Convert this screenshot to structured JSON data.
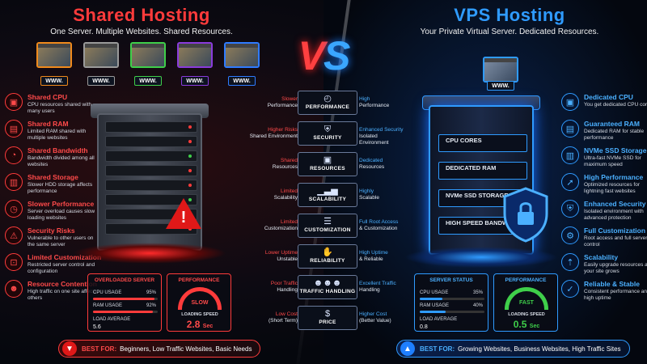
{
  "left": {
    "title": "Shared Hosting",
    "subtitle": "One Server. Multiple Websites. Shared Resources.",
    "www_label": "WWW.",
    "features": [
      {
        "icon": "cpu-icon",
        "glyph": "▣",
        "title": "Shared CPU",
        "desc": "CPU resources shared with many users"
      },
      {
        "icon": "ram-icon",
        "glyph": "▤",
        "title": "Shared RAM",
        "desc": "Limited RAM shared with multiple websites"
      },
      {
        "icon": "bandwidth-icon",
        "glyph": "◔",
        "title": "Shared Bandwidth",
        "desc": "Bandwidth divided among all websites"
      },
      {
        "icon": "storage-icon",
        "glyph": "▥",
        "title": "Shared Storage",
        "desc": "Slower HDD storage affects performance"
      },
      {
        "icon": "slow-icon",
        "glyph": "◷",
        "title": "Slower Performance",
        "desc": "Server overload causes slow loading websites"
      },
      {
        "icon": "security-risk-icon",
        "glyph": "⚠",
        "title": "Security Risks",
        "desc": "Vulnerable to other users on the same server"
      },
      {
        "icon": "lock-icon",
        "glyph": "⊡",
        "title": "Limited Customization",
        "desc": "Restricted server control and configuration"
      },
      {
        "icon": "users-icon",
        "glyph": "☻",
        "title": "Resource Contention",
        "desc": "High traffic on one site affects others"
      }
    ],
    "server_panel": {
      "title": "OVERLOADED SERVER",
      "cpu_label": "CPU USAGE",
      "cpu_value": "95%",
      "cpu_fraction": 0.95,
      "ram_label": "RAM USAGE",
      "ram_value": "92%",
      "ram_fraction": 0.92,
      "load_label": "LOAD AVERAGE",
      "load_value": "5.6"
    },
    "performance_panel": {
      "title": "PERFORMANCE",
      "gauge_label": "SLOW",
      "speed_label": "LOADING SPEED",
      "speed_value": "2.8",
      "speed_unit": "Sec"
    },
    "best_for_label": "BEST FOR:",
    "best_for_value": "Beginners, Low Traffic Websites, Basic Needs",
    "accent": "#ff3b3b"
  },
  "vs": {
    "v": "V",
    "s": "S"
  },
  "right": {
    "title": "VPS Hosting",
    "subtitle": "Your Private Virtual Server. Dedicated Resources.",
    "www_label": "WWW.",
    "racks": [
      "CPU CORES",
      "DEDICATED RAM",
      "NVMe SSD STORAGE",
      "HIGH SPEED BANDWIDTH"
    ],
    "features": [
      {
        "icon": "cpu-icon",
        "glyph": "▣",
        "title": "Dedicated CPU",
        "desc": "You get dedicated CPU cores"
      },
      {
        "icon": "ram-icon",
        "glyph": "▤",
        "title": "Guaranteed RAM",
        "desc": "Dedicated RAM for stable performance"
      },
      {
        "icon": "ssd-icon",
        "glyph": "▥",
        "title": "NVMe SSD Storage",
        "desc": "Ultra-fast NVMe SSD for maximum speed"
      },
      {
        "icon": "rocket-icon",
        "glyph": "➚",
        "title": "High Performance",
        "desc": "Optimized resources for lightning fast websites"
      },
      {
        "icon": "shield-icon",
        "glyph": "⛨",
        "title": "Enhanced Security",
        "desc": "Isolated environment with advanced protection"
      },
      {
        "icon": "gear-icon",
        "glyph": "⚙",
        "title": "Full Customization",
        "desc": "Root access and full server control"
      },
      {
        "icon": "scale-icon",
        "glyph": "⇡",
        "title": "Scalability",
        "desc": "Easily upgrade resources as your site grows"
      },
      {
        "icon": "check-icon",
        "glyph": "✓",
        "title": "Reliable & Stable",
        "desc": "Consistent performance and high uptime"
      }
    ],
    "server_panel": {
      "title": "SERVER STATUS",
      "cpu_label": "CPU USAGE",
      "cpu_value": "35%",
      "cpu_fraction": 0.35,
      "ram_label": "RAM USAGE",
      "ram_value": "40%",
      "ram_fraction": 0.4,
      "load_label": "LOAD AVERAGE",
      "load_value": "0.8"
    },
    "performance_panel": {
      "title": "PERFORMANCE",
      "gauge_label": "FAST",
      "speed_label": "LOADING SPEED",
      "speed_value": "0.5",
      "speed_unit": "Sec"
    },
    "best_for_label": "BEST FOR:",
    "best_for_value": "Growing Websites, Business Websites, High Traffic Sites",
    "accent": "#2f9bff"
  },
  "comparison": [
    {
      "label": "PERFORMANCE",
      "icon": "speedometer-icon",
      "glyph": "◴",
      "left_hl": "Slower",
      "left_rest": "Performance",
      "right_hl": "High",
      "right_rest": "Performance"
    },
    {
      "label": "SECURITY",
      "icon": "shield-icon",
      "glyph": "⛨",
      "left_hl": "Higher Risks",
      "left_rest": "Shared Environment",
      "right_hl": "Enhanced Security",
      "right_rest": "Isolated Environment"
    },
    {
      "label": "RESOURCES",
      "icon": "chip-icon",
      "glyph": "▣",
      "left_hl": "Shared",
      "left_rest": "Resources",
      "right_hl": "Dedicated",
      "right_rest": "Resources"
    },
    {
      "label": "SCALABILITY",
      "icon": "bar-chart-icon",
      "glyph": "▁▃▅",
      "left_hl": "Limited",
      "left_rest": "Scalability",
      "right_hl": "Highly",
      "right_rest": "Scalable"
    },
    {
      "label": "CUSTOMIZATION",
      "icon": "sliders-icon",
      "glyph": "☰",
      "left_hl": "Limited",
      "left_rest": "Customization",
      "right_hl": "Full Root Access",
      "right_rest": "& Customization"
    },
    {
      "label": "RELIABILITY",
      "icon": "handshake-icon",
      "glyph": "✋",
      "left_hl": "Lower Uptime",
      "left_rest": "Unstable",
      "right_hl": "High Uptime",
      "right_rest": "& Reliable"
    },
    {
      "label": "TRAFFIC HANDLING",
      "icon": "traffic-users-icon",
      "glyph": "☻☻☻",
      "left_hl": "Poor Traffic",
      "left_rest": "Handling",
      "right_hl": "Excellent Traffic",
      "right_rest": "Handling"
    },
    {
      "label": "PRICE",
      "icon": "dollar-icon",
      "glyph": "$",
      "left_hl": "Low Cost",
      "left_rest": "(Short Term)",
      "right_hl": "Higher Cost",
      "right_rest": "(Better Value)"
    }
  ],
  "colors": {
    "shared_red": "#ff3b3b",
    "vps_blue": "#2f9bff",
    "site_orange": "#f08a1c",
    "site_gray": "#9a9a9a",
    "site_green": "#3fcf4a",
    "site_purple": "#8a3bdc",
    "site_blue": "#2f7bff"
  }
}
